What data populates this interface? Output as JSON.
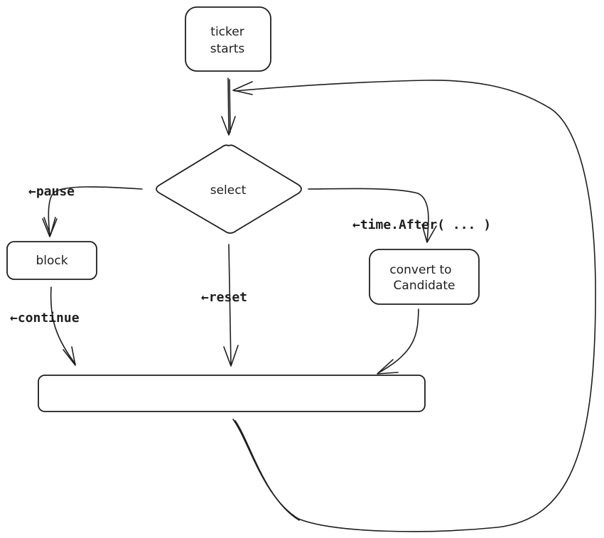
{
  "diagram": {
    "nodes": {
      "ticker_starts": {
        "label_line1": "ticker",
        "label_line2": "starts",
        "shape": "rounded-rectangle"
      },
      "select": {
        "label": "select",
        "shape": "diamond"
      },
      "block": {
        "label": "block",
        "shape": "rounded-rectangle"
      },
      "convert_to_candidate": {
        "label_line1": "convert to",
        "label_line2": "Candidate",
        "shape": "rounded-rectangle"
      },
      "merge_bar": {
        "label": "",
        "shape": "rounded-rectangle"
      }
    },
    "edges": [
      {
        "from": "ticker_starts",
        "to": "select",
        "label": ""
      },
      {
        "from": "select",
        "to": "block",
        "label": "←pause"
      },
      {
        "from": "select",
        "to": "convert_to_candidate",
        "label": "←time.After( ... )"
      },
      {
        "from": "select",
        "to": "merge_bar",
        "label": "←reset"
      },
      {
        "from": "block",
        "to": "merge_bar",
        "label": "←continue"
      },
      {
        "from": "convert_to_candidate",
        "to": "merge_bar",
        "label": ""
      },
      {
        "from": "merge_bar",
        "to": "select",
        "label": ""
      }
    ],
    "labels": {
      "pause": "←pause",
      "time_after": "←time.After( ... )",
      "reset": "←reset",
      "continue": "←continue"
    },
    "colors": {
      "stroke": "#1e1e1e",
      "background": "#ffffff"
    }
  }
}
